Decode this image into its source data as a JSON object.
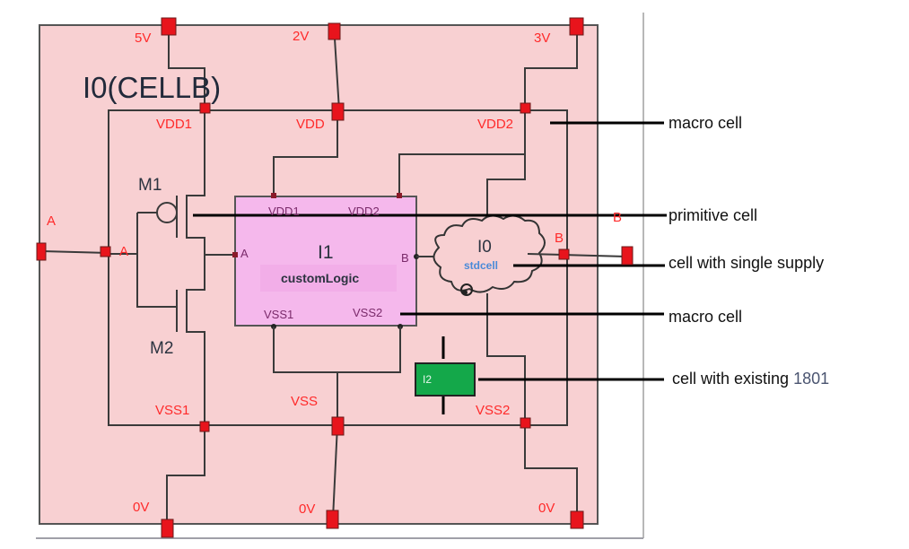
{
  "diagram": {
    "title": "I0(CELLB)",
    "colors": {
      "background": "#f8d0d2",
      "macro_cell_fill": "#f5b8ec",
      "pad": "#e8141c",
      "pin_label": "#ff2a2a",
      "stdcell_label": "#4a8ad8",
      "green_cell": "#14a84a"
    },
    "supply_pins": {
      "top_left": "5V",
      "top_mid": "2V",
      "top_right": "3V",
      "bottom_left": "0V",
      "bottom_mid": "0V",
      "bottom_right": "0V"
    },
    "rail_labels": {
      "vdd1": "VDD1",
      "vdd": "VDD",
      "vdd2": "VDD2",
      "vss1": "VSS1",
      "vss": "VSS",
      "vss2": "VSS2"
    },
    "io_pins": {
      "left_outer": "A",
      "left_inner": "A",
      "right_outer": "B",
      "right_inner": "B"
    },
    "transistors": {
      "pmos": "M1",
      "nmos": "M2"
    },
    "macro": {
      "instance": "I1",
      "cell": "customLogic",
      "ports": {
        "vdd1": "VDD1",
        "vdd2": "VDD2",
        "a": "A",
        "b": "B",
        "vss1": "VSS1",
        "vss2": "VSS2"
      }
    },
    "stdcell": {
      "instance": "I0",
      "cell": "stdcell"
    },
    "green_cell": {
      "instance": "I2"
    }
  },
  "annotations": [
    {
      "text": "macro cell"
    },
    {
      "text": "primitive cell"
    },
    {
      "text": "cell with single supply"
    },
    {
      "text": "macro cell"
    },
    {
      "text": "cell with existing",
      "suffix": "1801"
    }
  ]
}
